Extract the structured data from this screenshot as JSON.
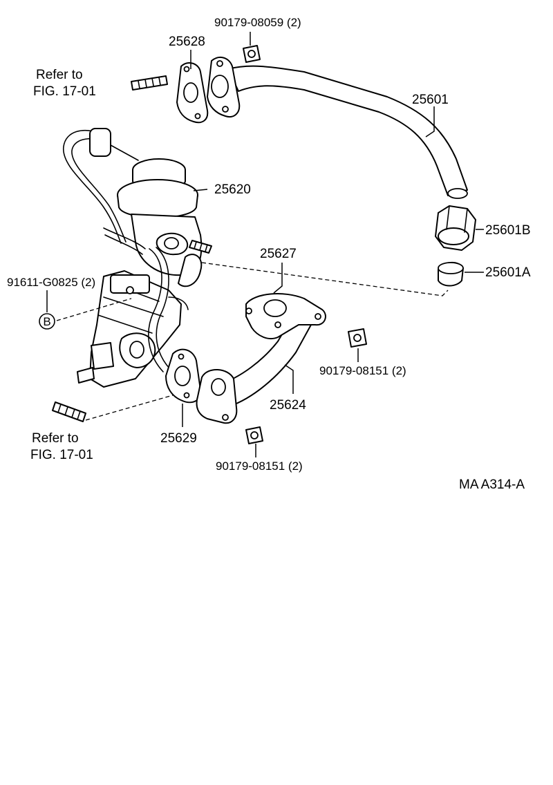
{
  "diagram": {
    "labels": {
      "p90179_08059": "90179-08059 (2)",
      "p25628": "25628",
      "refer_top_line1": "Refer to",
      "refer_top_line2": "FIG. 17-01",
      "p25601": "25601",
      "p25620": "25620",
      "p25601B": "25601B",
      "p25627": "25627",
      "p91611": "91611-G0825 (2)",
      "p25601A": "25601A",
      "circle_b": "B",
      "p90179_08151_a": "90179-08151 (2)",
      "p25624": "25624",
      "refer_bottom_line1": "Refer to",
      "refer_bottom_line2": "FIG. 17-01",
      "p25629": "25629",
      "p90179_08151_b": "90179-08151 (2)",
      "figure_code": "MA  A314-A"
    }
  }
}
